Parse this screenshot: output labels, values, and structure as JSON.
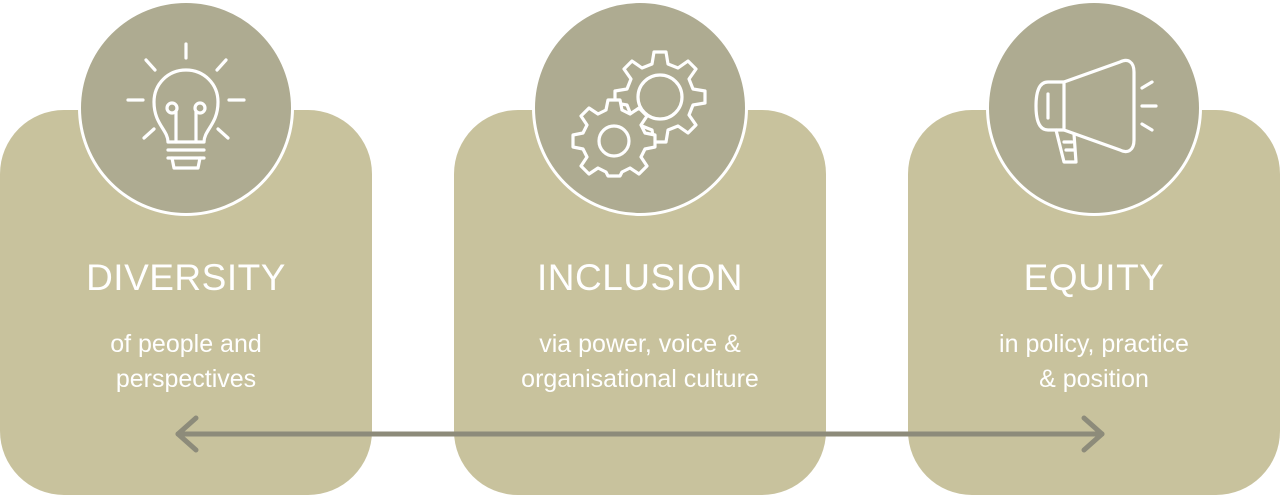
{
  "pillars": [
    {
      "title": "DIVERSITY",
      "line1": "of people and",
      "line2": "perspectives",
      "icon": "lightbulb-icon"
    },
    {
      "title": "INCLUSION",
      "line1": "via power, voice &",
      "line2": "organisational culture",
      "icon": "gears-icon"
    },
    {
      "title": "EQUITY",
      "line1": "in policy, practice",
      "line2": "& position",
      "icon": "megaphone-icon"
    }
  ],
  "connector": {
    "type": "double-headed-arrow"
  },
  "colors": {
    "card": "#c8c29d",
    "badge": "#aeab91",
    "arrow": "#8d8b7a",
    "text": "#ffffff"
  }
}
